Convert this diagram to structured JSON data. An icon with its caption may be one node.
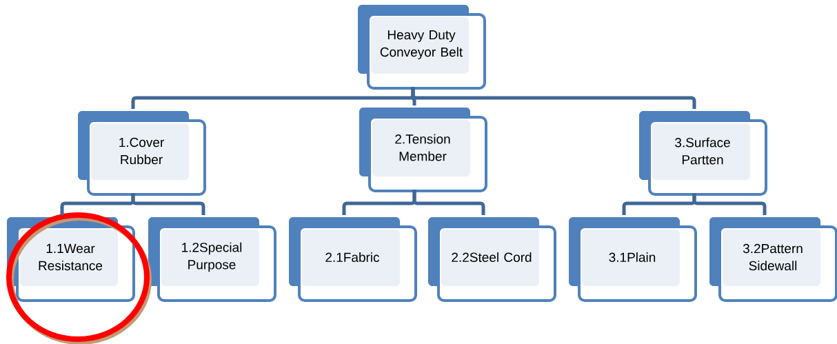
{
  "diagram": {
    "nodes": [
      {
        "text": [
          "Heavy Duty Conveyor Belt"
        ]
      },
      {
        "text": [
          "1.Cover Rubber"
        ]
      },
      {
        "text": [
          "2.Tension Member"
        ]
      },
      {
        "text": [
          "3.Surface Partten"
        ]
      },
      {
        "text": [
          "1.1Wear Resistance"
        ]
      },
      {
        "text": [
          "1.2Special Purpose"
        ]
      },
      {
        "text": [
          "2.1Fabric"
        ]
      },
      {
        "text": [
          "2.2Steel Cord"
        ]
      },
      {
        "text": [
          "3.1Plain"
        ]
      },
      {
        "text": [
          "3.2Pattern Sidewall"
        ]
      }
    ],
    "edges": [
      {
        "from": 0,
        "to": 1,
        "arrow": "none"
      },
      {
        "from": 0,
        "to": 2,
        "arrow": "none"
      },
      {
        "from": 0,
        "to": 3,
        "arrow": "none"
      },
      {
        "from": 1,
        "to": 4,
        "arrow": "none"
      },
      {
        "from": 1,
        "to": 5,
        "arrow": "none"
      },
      {
        "from": 2,
        "to": 6,
        "arrow": "none"
      },
      {
        "from": 2,
        "to": 7,
        "arrow": "none"
      },
      {
        "from": 3,
        "to": 8,
        "arrow": "none"
      },
      {
        "from": 3,
        "to": 9,
        "arrow": "none"
      }
    ]
  }
}
